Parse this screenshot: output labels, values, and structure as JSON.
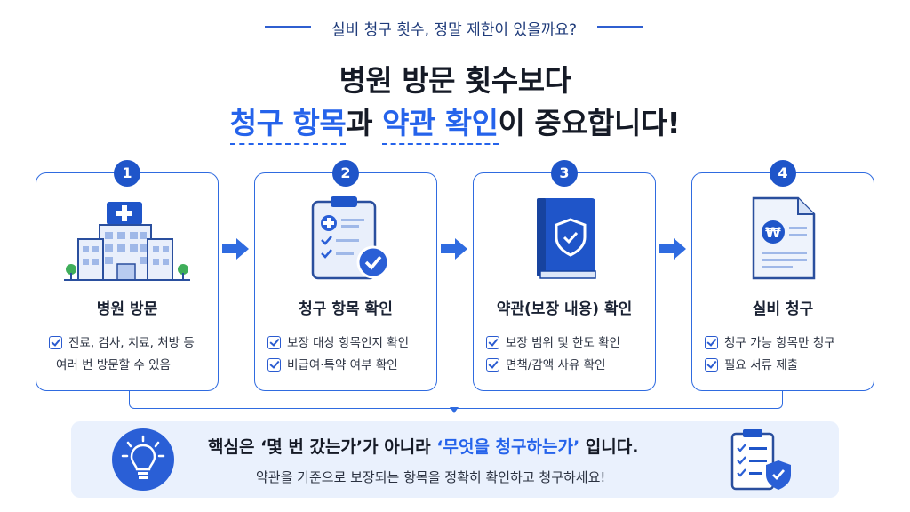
{
  "header": {
    "tagline": "실비 청구 횟수, 정말 제한이 있을까요?",
    "title_line1": "병원 방문 횟수보다",
    "title_line2_hl1": "청구 항목",
    "title_line2_mid": "과 ",
    "title_line2_hl2": "약관 확인",
    "title_line2_end": "이 중요합니다!"
  },
  "steps": [
    {
      "number": "1",
      "icon": "hospital-icon",
      "title": "병원 방문",
      "checks": [
        "진료, 검사, 치료, 처방 등",
        "여러 번 방문할 수 있음"
      ]
    },
    {
      "number": "2",
      "icon": "checklist-clipboard-icon",
      "title": "청구 항목 확인",
      "checks": [
        "보장 대상 항목인지 확인",
        "비급여·특약 여부 확인"
      ]
    },
    {
      "number": "3",
      "icon": "policy-book-shield-icon",
      "title": "약관(보장 내용) 확인",
      "checks": [
        "보장 범위 및 한도 확인",
        "면책/감액 사유 확인"
      ]
    },
    {
      "number": "4",
      "icon": "claim-document-won-icon",
      "title": "실비 청구",
      "checks": [
        "청구 가능 항목만 청구",
        "필요 서류 제출"
      ]
    }
  ],
  "summary": {
    "icon": "lightbulb-icon",
    "line1_pre": "핵심은 ‘몇 번 갔는가’가 아니라 ",
    "line1_hl": "‘무엇을 청구하는가’",
    "line1_post": " 입니다.",
    "line2": "약관을 기준으로 보장되는 항목을 정확히 확인하고 청구하세요!",
    "side_icon": "checklist-shield-icon"
  },
  "colors": {
    "accent": "#2563eb",
    "dark_blue": "#1f55c9",
    "summary_bg": "#eaf1fd"
  }
}
